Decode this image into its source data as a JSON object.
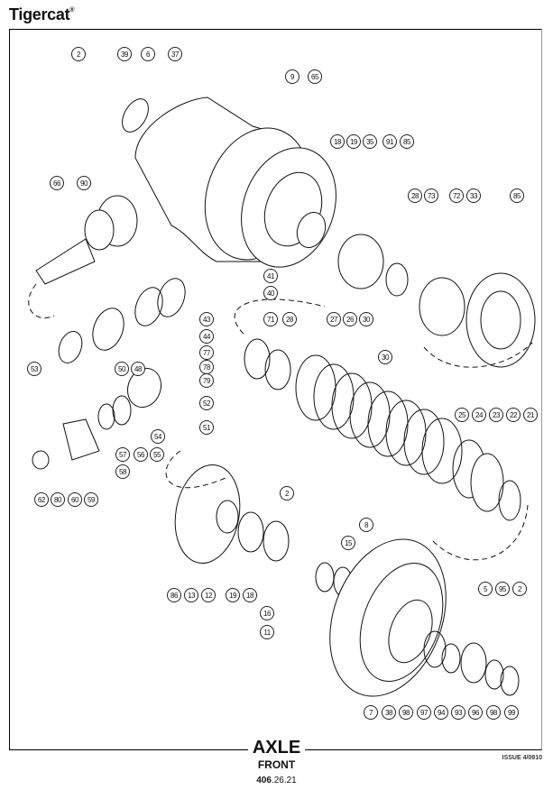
{
  "header": {
    "brand": "Tigercat",
    "trademark": "®"
  },
  "footer": {
    "title": "AXLE",
    "subtitle": "FRONT",
    "page_prefix": "406",
    "page_suffix": ".26.21",
    "issue": "ISSUE 4/0910"
  },
  "callouts": [
    "2",
    "39",
    "6",
    "37",
    "9",
    "65",
    "18",
    "19",
    "35",
    "91",
    "85",
    "66",
    "90",
    "28",
    "73",
    "72",
    "33",
    "85",
    "41",
    "40",
    "43",
    "44",
    "77",
    "78",
    "79",
    "71",
    "28",
    "27",
    "26",
    "30",
    "30",
    "53",
    "50",
    "48",
    "52",
    "51",
    "54",
    "57",
    "56",
    "55",
    "58",
    "25",
    "24",
    "23",
    "22",
    "21",
    "62",
    "80",
    "60",
    "59",
    "2",
    "8",
    "15",
    "86",
    "13",
    "12",
    "19",
    "18",
    "16",
    "11",
    "5",
    "95",
    "2",
    "7",
    "38",
    "98",
    "97",
    "94",
    "93",
    "96",
    "98",
    "99"
  ]
}
